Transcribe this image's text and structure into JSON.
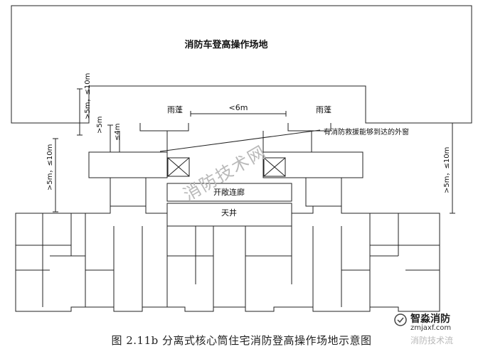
{
  "labels": {
    "platform": "消防车登高操作场地",
    "canopy_left": "雨蓬",
    "canopy_right": "雨蓬",
    "spacing": "<6m",
    "rescue_window": "有消防救援能够到达的外窗",
    "dim_left_upper": ">5m，≤10m",
    "dim_left_short": "≤4m",
    "dim_left_mid": ">5m",
    "dim_left_lower": ">5m，≤10m",
    "dim_right": ">5m，≤10m",
    "corridor": "开敞连廊",
    "lightwell": "天井"
  },
  "caption": "图 2.11b 分离式核心筒住宅消防登高操作场地示意图",
  "watermarks": {
    "center": "消防技术网",
    "brand": "智淼消防",
    "url": "zmjaxf.com",
    "sub": "消防技术流"
  },
  "colors": {
    "line": "#222222",
    "watermark": "#b9b9b9",
    "brand": "#1e1e1e"
  }
}
